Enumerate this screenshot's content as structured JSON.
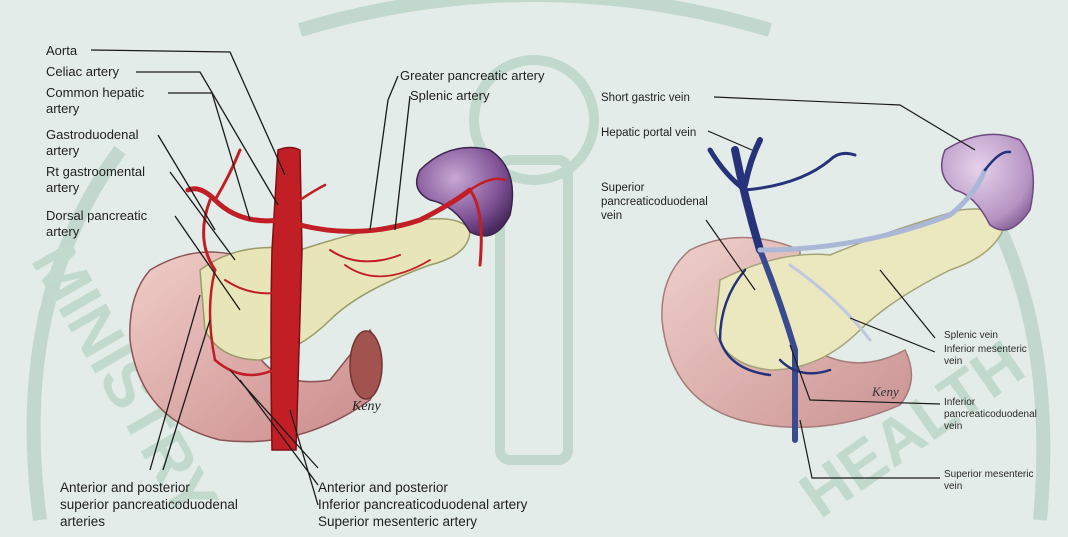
{
  "left_panel": {
    "labels": {
      "aorta": "Aorta",
      "celiac_artery": "Celiac artery",
      "common_hepatic": "Common hepatic\nartery",
      "gastroduodenal": "Gastroduodenal\nartery",
      "rt_gastroomental": "Rt gastroomental\nartery",
      "dorsal_pancreatic": "Dorsal pancreatic\nartery",
      "greater_pancreatic": "Greater pancreatic artery",
      "splenic_artery": "Splenic artery",
      "ant_post_superior": "Anterior and posterior\nsuperior pancreaticoduodenal\narteries",
      "ant_post_inferior": "Anterior and posterior\nInferior pancreaticoduodenal artery\nSuperior mesenteric artery"
    }
  },
  "right_panel": {
    "labels": {
      "short_gastric_vein": "Short gastric vein",
      "hepatic_portal_vein": "Hepatic portal vein",
      "sup_pancreaticoduodenal_vein": "Superior\npancreaticoduodenal\nvein",
      "splenic_vein": "Splenic vein",
      "inferior_mesenteric_vein": "Inferior mesenteric\nvein",
      "inferior_pancreaticoduodenal_vein": "Inferior\npancreaticoduodenal\nvein",
      "superior_mesenteric_vein": "Superior mesenteric\nvein"
    }
  },
  "colors": {
    "background": "#e3ece8",
    "watermark": "#b9d3c6",
    "artery": "#c21e25",
    "vein": "#26327a",
    "pancreas": "#e8e6b8",
    "duodenum": "#e5b5b3",
    "spleen": "#8a5f9c",
    "leader_line": "#1a1a1a"
  }
}
